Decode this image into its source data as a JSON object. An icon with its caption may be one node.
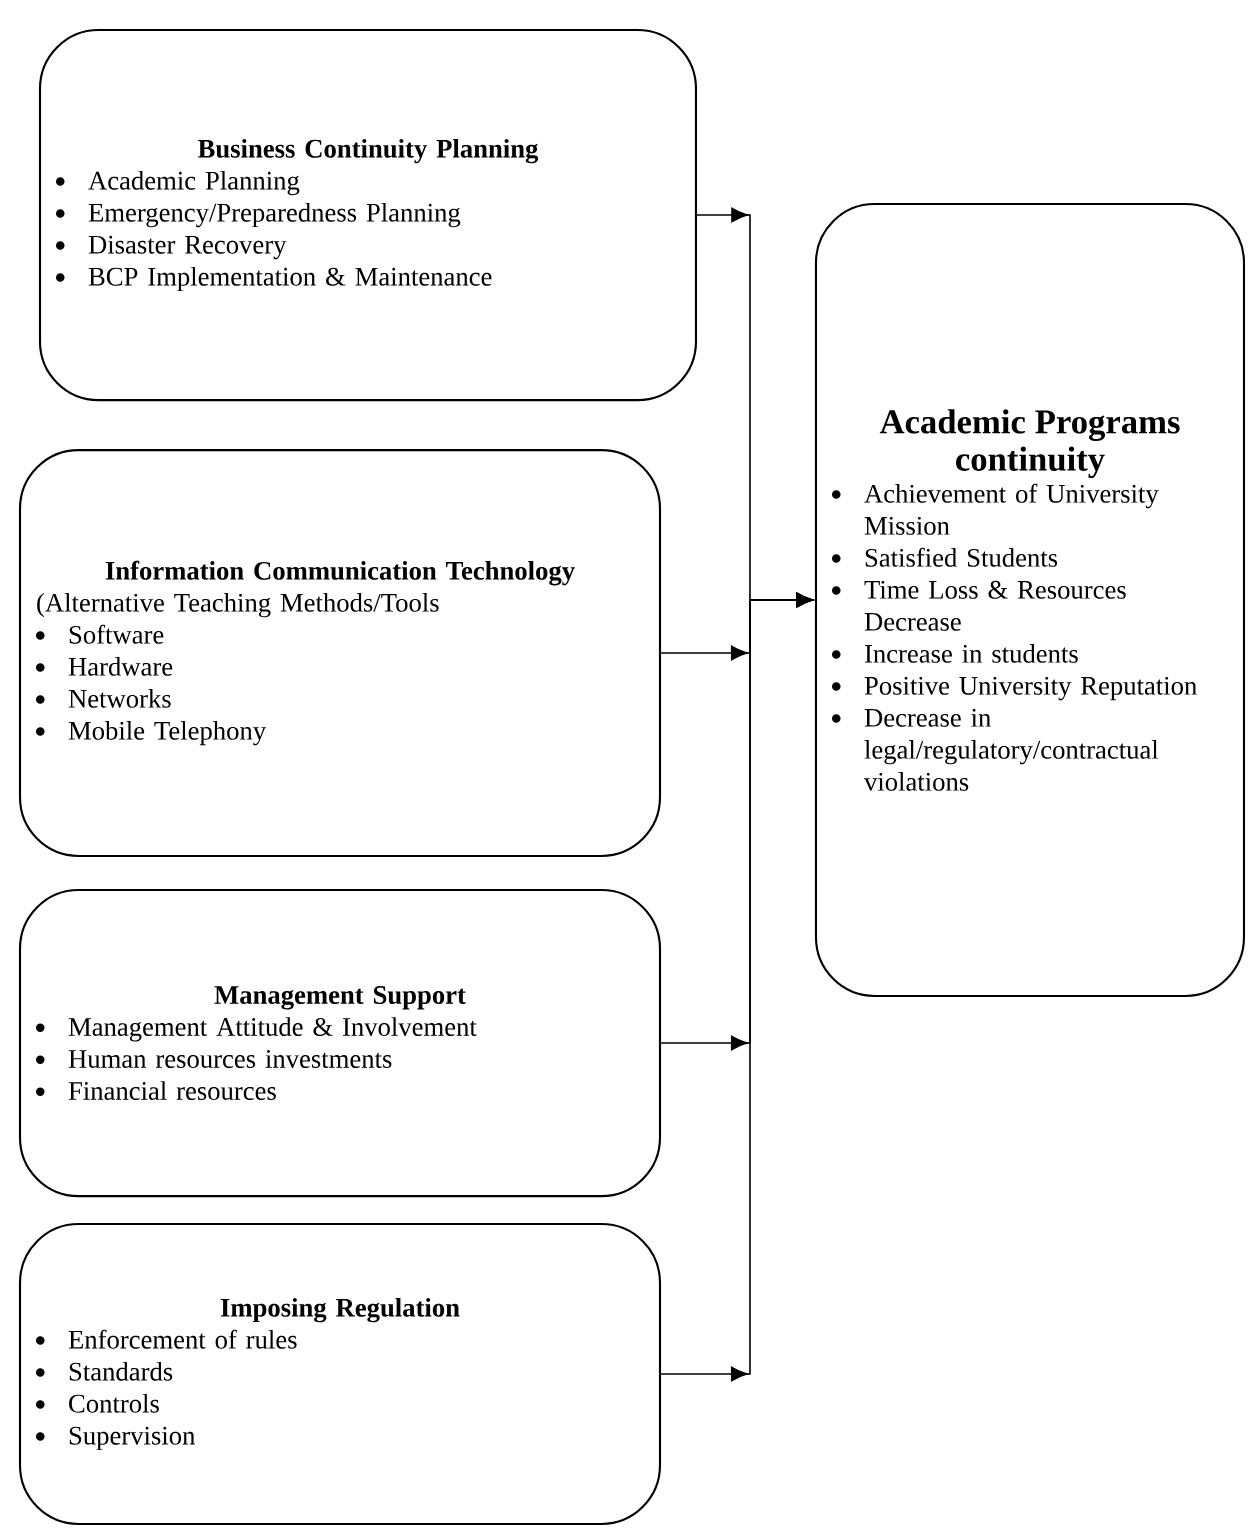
{
  "diagram": {
    "nodes": [
      {
        "text": [
          "Business Continuity Planning",
          "Academic Planning",
          "Emergency/Preparedness Planning",
          "Disaster Recovery",
          "BCP Implementation & Maintenance"
        ]
      },
      {
        "text": [
          "Information Communication Technology",
          "(Alternative Teaching Methods/Tools",
          "Software",
          "Hardware",
          "Networks",
          "Mobile Telephony"
        ]
      },
      {
        "text": [
          "Management Support",
          "Management Attitude & Involvement",
          "Human resources investments",
          "Financial resources"
        ]
      },
      {
        "text": [
          "Imposing Regulation",
          "Enforcement of rules",
          "Standards",
          "Controls",
          "Supervision"
        ]
      },
      {
        "text": [
          "Academic Programs continuity",
          "Achievement of University Mission",
          "Satisfied Students",
          "Time Loss & Resources Decrease",
          "Increase in students",
          "Positive University Reputation",
          "Decrease in legal/regulatory/contractual violations"
        ]
      }
    ],
    "edges": [
      {
        "from": 0,
        "to": 4,
        "arrow": "to"
      },
      {
        "from": 1,
        "to": 4,
        "arrow": "to"
      },
      {
        "from": 2,
        "to": 4,
        "arrow": "to"
      },
      {
        "from": 3,
        "to": 4,
        "arrow": "to"
      }
    ]
  }
}
